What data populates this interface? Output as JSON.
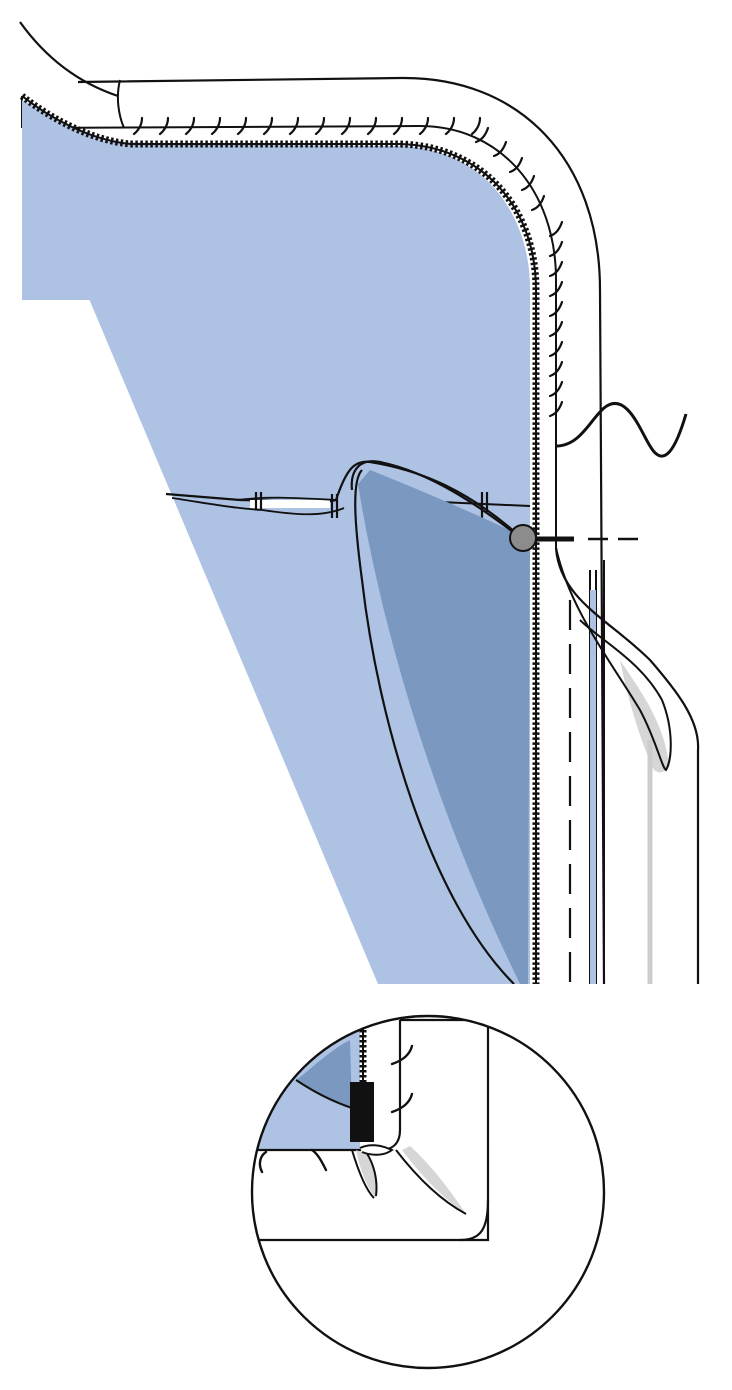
{
  "diagram": {
    "kind": "sewing-illustration",
    "panels": [
      {
        "id": "main",
        "description_visible": false
      },
      {
        "id": "detail",
        "description_visible": false
      }
    ],
    "colors": {
      "fabric_light": "#aec3e4",
      "fabric_dark": "#7b99c0",
      "outline": "#111111",
      "marker": "#8c8c8c",
      "shadow": "#d6d6d6",
      "background": "#ffffff"
    }
  }
}
